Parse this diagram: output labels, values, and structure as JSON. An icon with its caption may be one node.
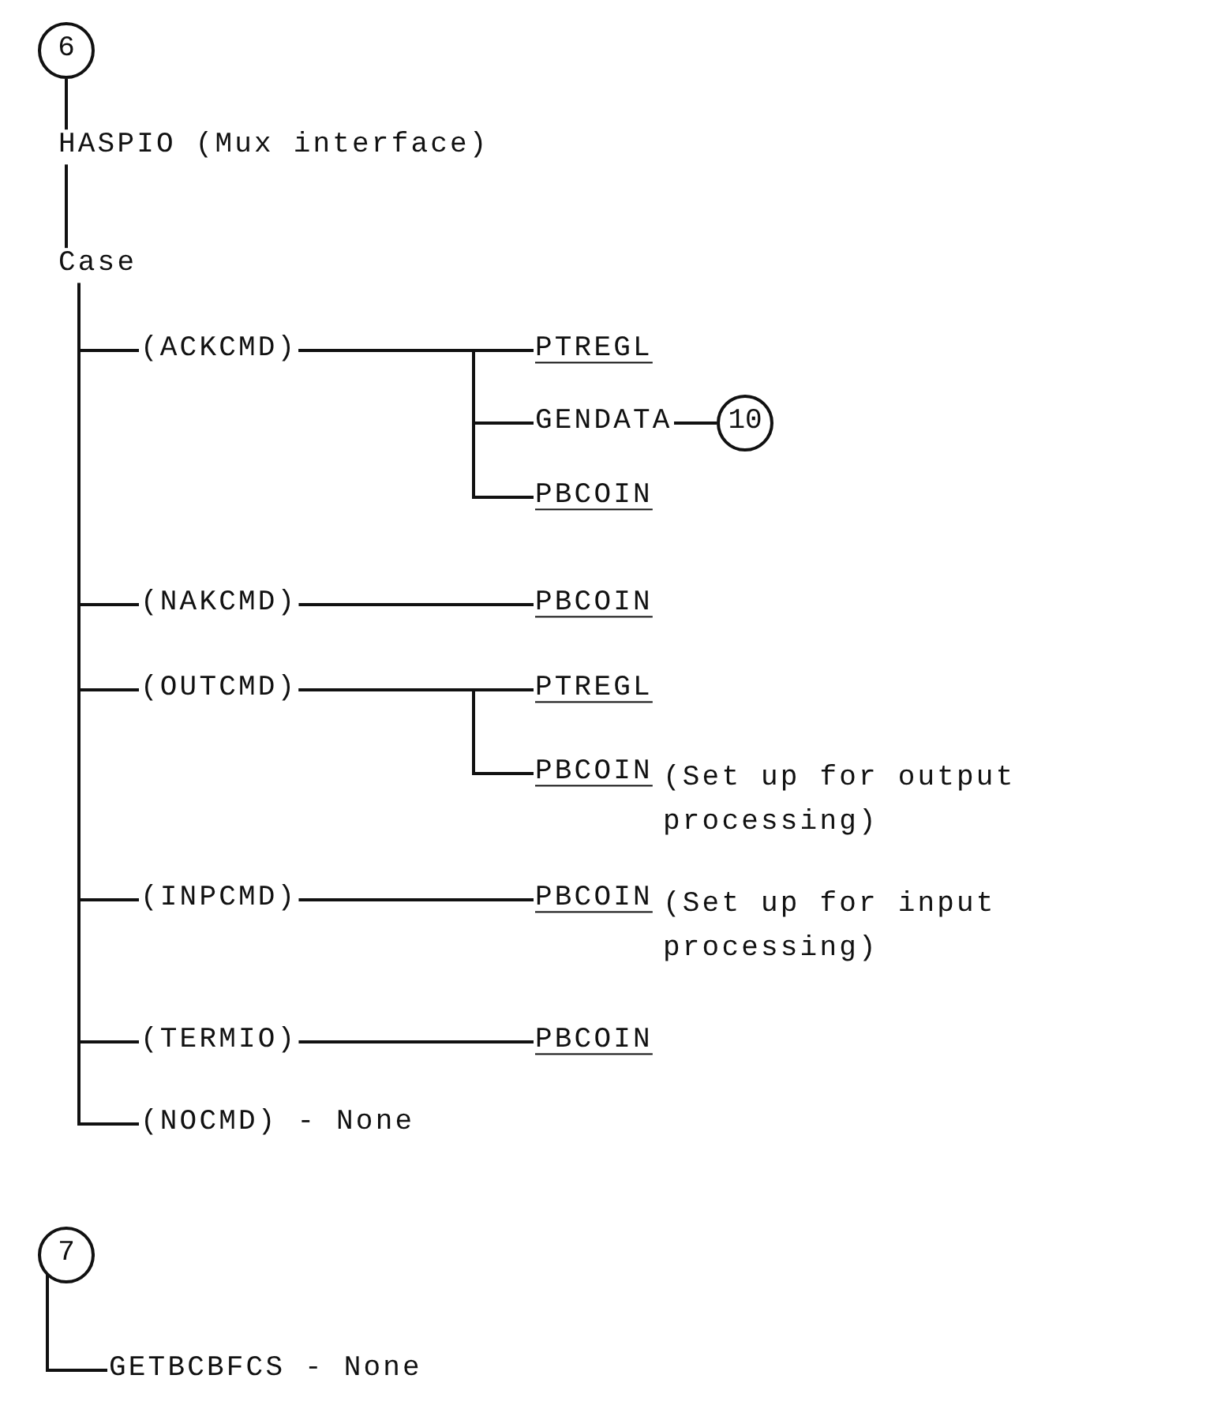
{
  "diagram": {
    "nodes": [
      {
        "text": [
          "6"
        ]
      },
      {
        "text": [
          "HASPIO (Mux interface)"
        ]
      },
      {
        "text": [
          "Case"
        ]
      },
      {
        "text": [
          "(ACKCMD)"
        ]
      },
      {
        "text": [
          "PTREGL"
        ]
      },
      {
        "text": [
          "GENDATA"
        ]
      },
      {
        "text": [
          "10"
        ]
      },
      {
        "text": [
          "PBCOIN"
        ]
      },
      {
        "text": [
          "(NAKCMD)"
        ]
      },
      {
        "text": [
          "PBCOIN"
        ]
      },
      {
        "text": [
          "(OUTCMD)"
        ]
      },
      {
        "text": [
          "PTREGL"
        ]
      },
      {
        "text": [
          "PBCOIN"
        ],
        "beside": [
          "(Set up for output processing)"
        ]
      },
      {
        "text": [
          "(INPCMD)"
        ]
      },
      {
        "text": [
          "PBCOIN"
        ],
        "beside": [
          "(Set up for input processing)"
        ]
      },
      {
        "text": [
          "(TERMIO)"
        ]
      },
      {
        "text": [
          "PBCOIN"
        ]
      },
      {
        "text": [
          "(NOCMD) - None"
        ]
      },
      {
        "text": [
          "7"
        ]
      },
      {
        "text": [
          "GETBCBFCS - None"
        ]
      }
    ],
    "edges": [
      {
        "from": 0,
        "to": 1,
        "arrow": "none"
      },
      {
        "from": 1,
        "to": 2,
        "arrow": "none"
      },
      {
        "from": 2,
        "to": 3,
        "arrow": "none"
      },
      {
        "from": 3,
        "to": 4,
        "arrow": "none"
      },
      {
        "from": 3,
        "to": 5,
        "arrow": "none"
      },
      {
        "from": 5,
        "to": 6,
        "arrow": "none"
      },
      {
        "from": 3,
        "to": 7,
        "arrow": "none"
      },
      {
        "from": 2,
        "to": 8,
        "arrow": "none"
      },
      {
        "from": 8,
        "to": 9,
        "arrow": "none"
      },
      {
        "from": 2,
        "to": 10,
        "arrow": "none"
      },
      {
        "from": 10,
        "to": 11,
        "arrow": "none"
      },
      {
        "from": 10,
        "to": 12,
        "arrow": "none"
      },
      {
        "from": 2,
        "to": 13,
        "arrow": "none"
      },
      {
        "from": 13,
        "to": 14,
        "arrow": "none"
      },
      {
        "from": 2,
        "to": 15,
        "arrow": "none"
      },
      {
        "from": 15,
        "to": 16,
        "arrow": "none"
      },
      {
        "from": 2,
        "to": 17,
        "arrow": "none"
      },
      {
        "from": 18,
        "to": 19,
        "arrow": "none"
      }
    ]
  }
}
